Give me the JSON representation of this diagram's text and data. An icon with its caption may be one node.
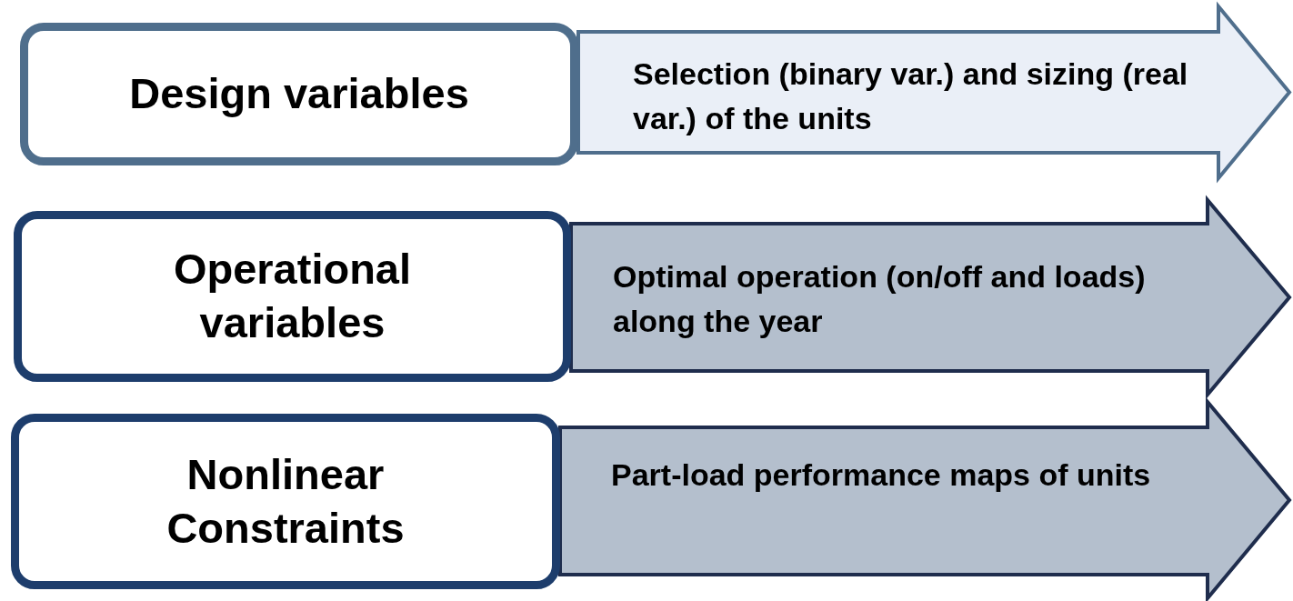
{
  "diagram": {
    "nodes": [
      {
        "text": [
          "Design variables"
        ]
      },
      {
        "text": [
          "Selection (binary var.) and sizing (real var.) of the units"
        ]
      },
      {
        "text": [
          "Operational variables"
        ]
      },
      {
        "text": [
          "Optimal operation (on/off and loads) along the year"
        ]
      },
      {
        "text": [
          "Nonlinear Constraints"
        ]
      },
      {
        "text": [
          "Part-load performance maps of units"
        ]
      }
    ]
  }
}
